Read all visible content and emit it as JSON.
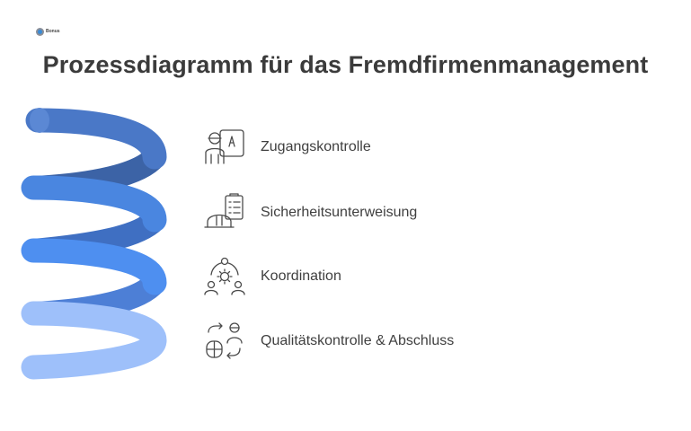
{
  "logo": {
    "text": "Bonus"
  },
  "title": "Prozessdiagramm für das Fremdfirmenmanagement",
  "steps": [
    {
      "label": "Zugangskontrolle",
      "icon": "worker-id-card-icon"
    },
    {
      "label": "Sicherheitsunterweisung",
      "icon": "hardhat-checklist-icon"
    },
    {
      "label": "Koordination",
      "icon": "team-gear-icon"
    },
    {
      "label": "Qualitätskontrolle & Abschluss",
      "icon": "exchange-inspection-icon"
    }
  ],
  "colors": {
    "coil_top": "#4a78c7",
    "coil_mid": "#4d8ef0",
    "coil_bottom": "#9ec0fa",
    "text": "#3d3d3d"
  }
}
